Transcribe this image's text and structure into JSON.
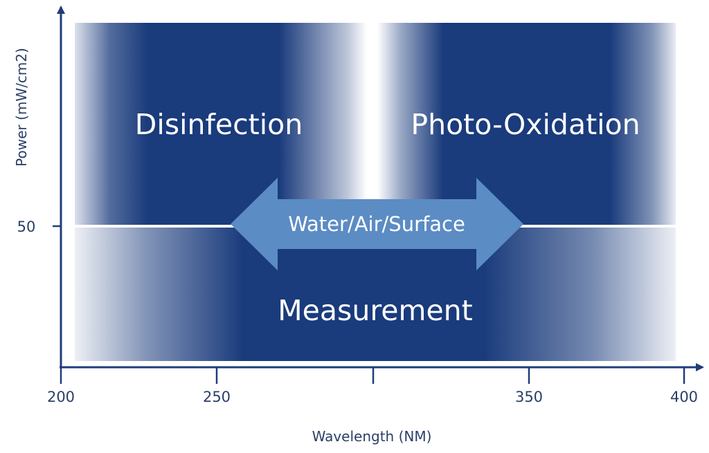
{
  "axes": {
    "x_title": "Wavelength (NM)",
    "y_title": "Power (mW/cm2)",
    "x_ticks": [
      "200",
      "250",
      "350",
      "400"
    ],
    "y_ticks": [
      "50"
    ]
  },
  "regions": {
    "disinfection": "Disinfection",
    "photo_oxidation": "Photo-Oxidation",
    "measurement": "Measurement"
  },
  "arrow": {
    "label": "Water/Air/Surface"
  },
  "colors": {
    "band": "#1a3b7c",
    "arrow": "#5b8cc4",
    "axis": "#1f3d7a",
    "text": "#2b3f66"
  }
}
